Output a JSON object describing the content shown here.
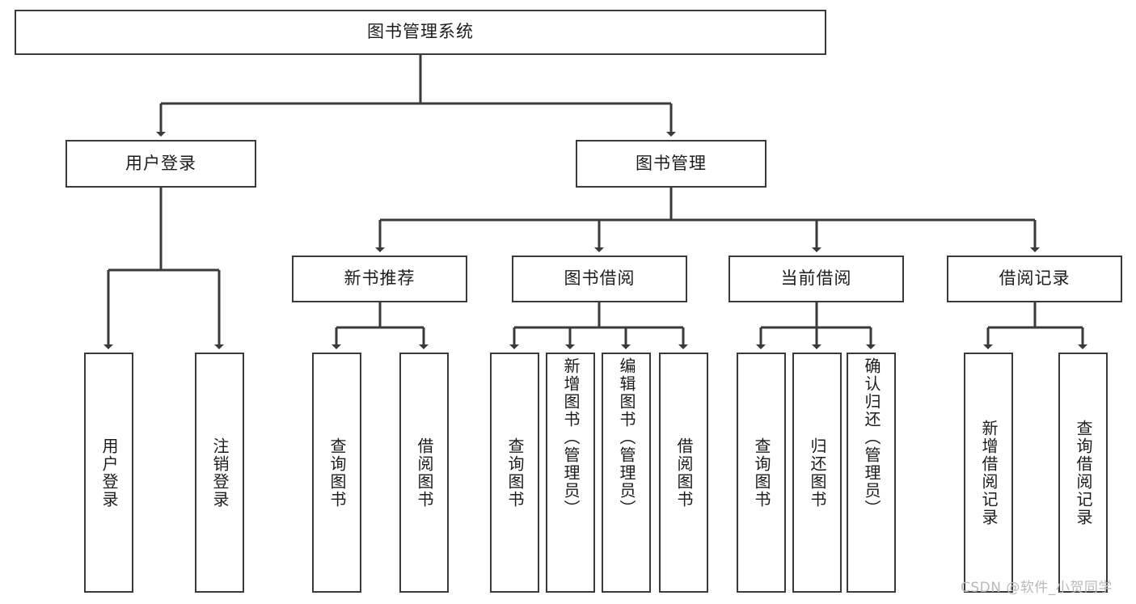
{
  "diagram": {
    "title": "图书管理系统",
    "type": "tree",
    "watermark": "CSDN @软件_小贺同学",
    "root": {
      "id": "root",
      "label": "图书管理系统",
      "orientation": "horizontal"
    },
    "level2": [
      {
        "id": "user-login",
        "label": "用户登录",
        "orientation": "horizontal"
      },
      {
        "id": "book-manage",
        "label": "图书管理",
        "orientation": "horizontal"
      }
    ],
    "level3": [
      {
        "id": "new-book-rec",
        "label": "新书推荐",
        "orientation": "horizontal",
        "parent": "book-manage"
      },
      {
        "id": "book-borrow",
        "label": "图书借阅",
        "orientation": "horizontal",
        "parent": "book-manage"
      },
      {
        "id": "current-borrow",
        "label": "当前借阅",
        "orientation": "horizontal",
        "parent": "book-manage"
      },
      {
        "id": "borrow-record",
        "label": "借阅记录",
        "orientation": "horizontal",
        "parent": "book-manage"
      }
    ],
    "leaves": [
      {
        "id": "leaf-user-login",
        "label": "用户登录",
        "parent": "user-login",
        "orientation": "vertical"
      },
      {
        "id": "leaf-user-logout",
        "label": "注销登录",
        "parent": "user-login",
        "orientation": "vertical"
      },
      {
        "id": "leaf-query-book-1",
        "label": "查询图书",
        "parent": "new-book-rec",
        "orientation": "vertical"
      },
      {
        "id": "leaf-borrow-book-1",
        "label": "借阅图书",
        "parent": "new-book-rec",
        "orientation": "vertical"
      },
      {
        "id": "leaf-query-book-2",
        "label": "查询图书",
        "parent": "book-borrow",
        "orientation": "vertical"
      },
      {
        "id": "leaf-add-book",
        "label": "新增图书（管理员）",
        "parent": "book-borrow",
        "orientation": "vertical"
      },
      {
        "id": "leaf-edit-book",
        "label": "编辑图书（管理员）",
        "parent": "book-borrow",
        "orientation": "vertical"
      },
      {
        "id": "leaf-borrow-book-2",
        "label": "借阅图书",
        "parent": "book-borrow",
        "orientation": "vertical"
      },
      {
        "id": "leaf-query-book-3",
        "label": "查询图书",
        "parent": "current-borrow",
        "orientation": "vertical"
      },
      {
        "id": "leaf-return-book",
        "label": "归还图书",
        "parent": "current-borrow",
        "orientation": "vertical"
      },
      {
        "id": "leaf-confirm-return",
        "label": "确认归还（管理员）",
        "parent": "current-borrow",
        "orientation": "vertical"
      },
      {
        "id": "leaf-add-record",
        "label": "新增借阅记录",
        "parent": "borrow-record",
        "orientation": "vertical"
      },
      {
        "id": "leaf-query-record",
        "label": "查询借阅记录",
        "parent": "borrow-record",
        "orientation": "vertical"
      }
    ],
    "colors": {
      "box_border": "#3a3a3a",
      "box_fill": "#ffffff",
      "connector": "#3a3a3a",
      "text": "#1c1c1c",
      "watermark": "#b9b9b9",
      "background": "#ffffff"
    }
  }
}
